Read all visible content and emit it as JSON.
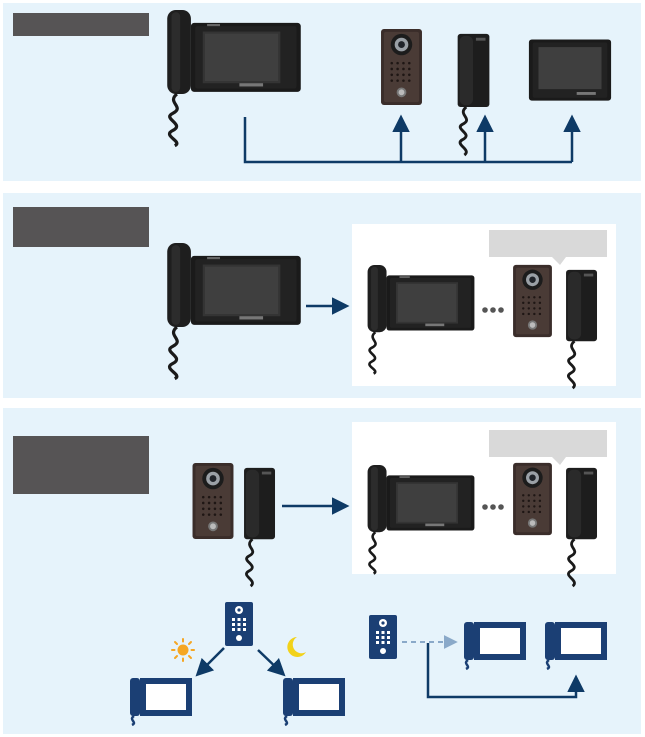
{
  "panel1": {
    "label": ""
  },
  "panel2": {
    "label": "",
    "callout": ""
  },
  "panel3": {
    "label": "",
    "callout": ""
  },
  "colors": {
    "panel_bg": "#e6f3fb",
    "label_bg": "#565455",
    "line": "#0e3a66",
    "icon_blue": "#1b3f74",
    "sun": "#f5a623",
    "moon": "#f2d21a",
    "dashed_line": "#8aa9c9"
  },
  "icons": [
    "monitor-station",
    "handset",
    "video-door-station",
    "audio-sub-station",
    "sun-icon",
    "moon-icon",
    "ellipsis-icon"
  ]
}
